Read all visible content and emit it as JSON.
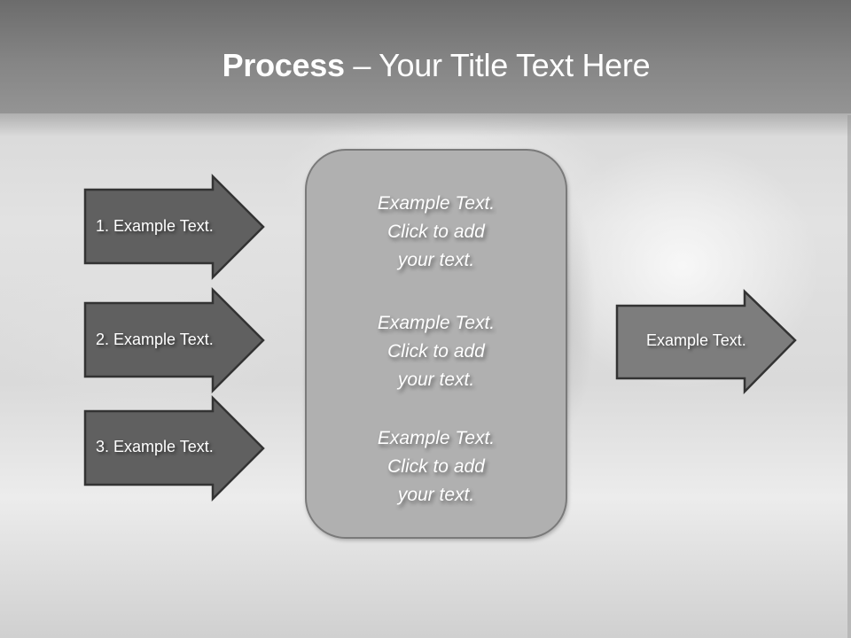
{
  "slide": {
    "title": {
      "bold": "Process",
      "rest": " – Your Title Text Here"
    },
    "inputs": [
      {
        "label": "1. Example Text."
      },
      {
        "label": "2. Example Text."
      },
      {
        "label": "3. Example Text."
      }
    ],
    "center_box": {
      "items": [
        {
          "line1": "Example Text.",
          "line2": "Click  to add",
          "line3": "your text."
        },
        {
          "line1": "Example Text.",
          "line2": "Click  to add",
          "line3": "your text."
        },
        {
          "line1": "Example Text.",
          "line2": "Click  to add",
          "line3": "your text."
        }
      ]
    },
    "output": {
      "label": "Example Text."
    },
    "colors": {
      "header_top": "#6c6c6c",
      "header_bottom": "#949494",
      "input_arrow_fill": "#606060",
      "output_arrow_fill": "#7d7d7d",
      "arrow_stroke": "#333333",
      "center_box_fill": "#b0b0b0",
      "center_box_border": "#7a7a7a",
      "text": "#ffffff"
    }
  }
}
